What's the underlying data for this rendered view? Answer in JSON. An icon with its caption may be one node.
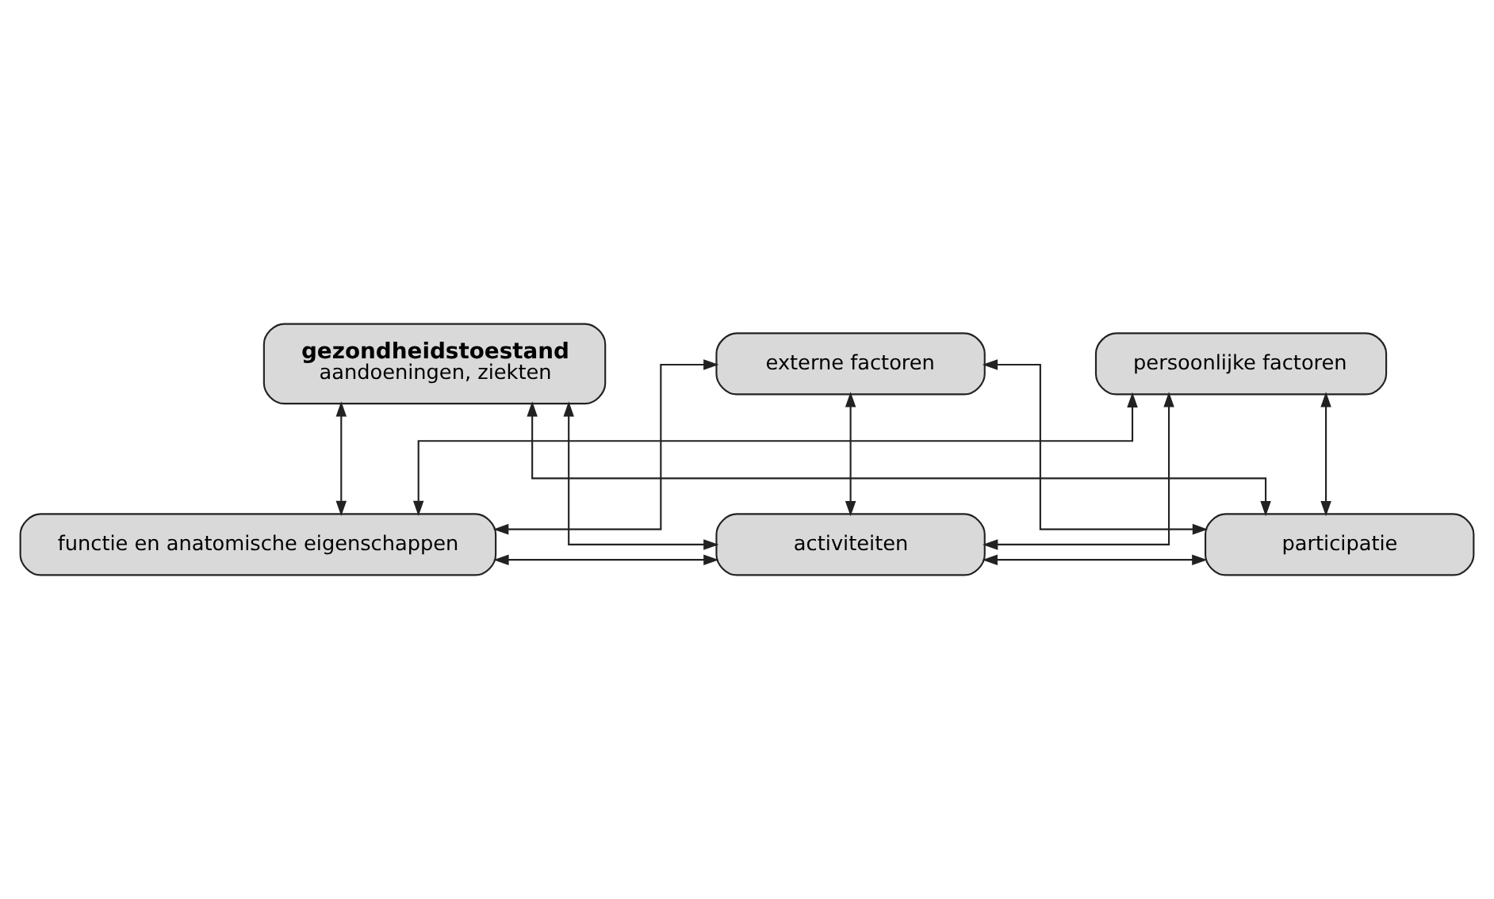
{
  "diagram": {
    "nodes": [
      {
        "text": [
          "gezondheidstoestand",
          "aandoeningen, ziekten"
        ]
      },
      {
        "text": [
          "functie en anatomische eigenschappen"
        ]
      },
      {
        "text": [
          "activiteiten"
        ]
      },
      {
        "text": [
          "participatie"
        ]
      },
      {
        "text": [
          "externe factoren"
        ]
      },
      {
        "text": [
          "persoonlijke factoren"
        ]
      }
    ],
    "edges": [
      {
        "from": 0,
        "to": 1,
        "arrow": "both"
      },
      {
        "from": 0,
        "to": 2,
        "arrow": "both"
      },
      {
        "from": 0,
        "to": 3,
        "arrow": "both"
      },
      {
        "from": 1,
        "to": 2,
        "arrow": "both"
      },
      {
        "from": 2,
        "to": 3,
        "arrow": "both"
      },
      {
        "from": 4,
        "to": 1,
        "arrow": "both"
      },
      {
        "from": 4,
        "to": 2,
        "arrow": "both"
      },
      {
        "from": 4,
        "to": 3,
        "arrow": "both"
      },
      {
        "from": 5,
        "to": 1,
        "arrow": "both"
      },
      {
        "from": 5,
        "to": 2,
        "arrow": "both"
      },
      {
        "from": 5,
        "to": 3,
        "arrow": "both"
      }
    ]
  }
}
